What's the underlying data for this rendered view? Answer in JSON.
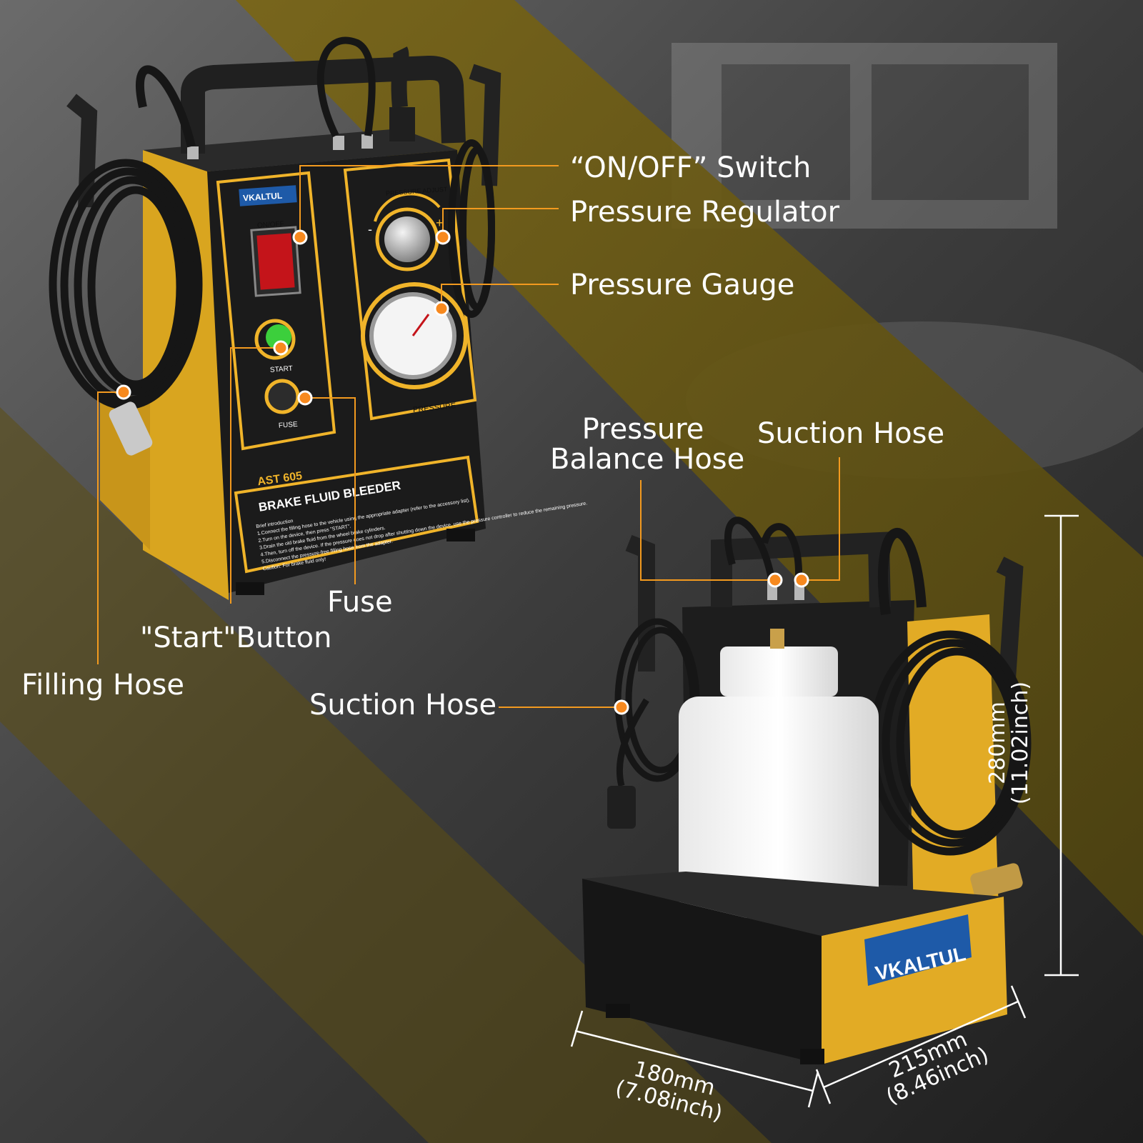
{
  "brand": "VKALTUL",
  "product": {
    "model": "AST 605",
    "name": "BRAKE FLUID BLEEDER",
    "panel_labels": {
      "on_off": "ON/OFF",
      "start": "START",
      "fuse": "FUSE",
      "pressure_adjust": "PRESSURE ADJUST",
      "pressure": "PRESSURE",
      "minus": "-",
      "plus": "+"
    },
    "instructions": [
      "Brief introduction",
      "1.Connect the filling hose to the vehicle using the appropriate adapter (refer to the accessory list).",
      "2.Turn on the device, then press \"START\".",
      "3.Drain the old brake fluid from the wheel brake cylinders.",
      "4.Then, turn off the device. If the pressure does not drop after shutting down the device, use the pressure controller to reduce the remaining pressure.",
      "5.Disconnect the pressure-free filling hose from the adapter.",
      "Caution: For brake fluid only!"
    ]
  },
  "callouts": {
    "on_off_switch": "“ON/OFF” Switch",
    "pressure_regulator": "Pressure Regulator",
    "pressure_gauge": "Pressure Gauge",
    "fuse": "Fuse",
    "start_button": "\"Start\"Button",
    "filling_hose": "Filling Hose",
    "suction_hose_left": "Suction Hose",
    "pressure_balance_hose_line1": "Pressure",
    "pressure_balance_hose_line2": "Balance Hose",
    "suction_hose_right": "Suction Hose"
  },
  "dimensions": {
    "height_mm": "280mm",
    "height_in": "(11.02inch)",
    "depth_mm": "180mm",
    "depth_in": "(7.08inch)",
    "width_mm": "215mm",
    "width_in": "(8.46inch)"
  },
  "colors": {
    "accent_yellow": "#f0b42a",
    "diagonal_band": "#6b5a16",
    "callout_orange": "#f7891e",
    "panel_black": "#1b1b1b",
    "brand_blue": "#1e5aa8"
  }
}
